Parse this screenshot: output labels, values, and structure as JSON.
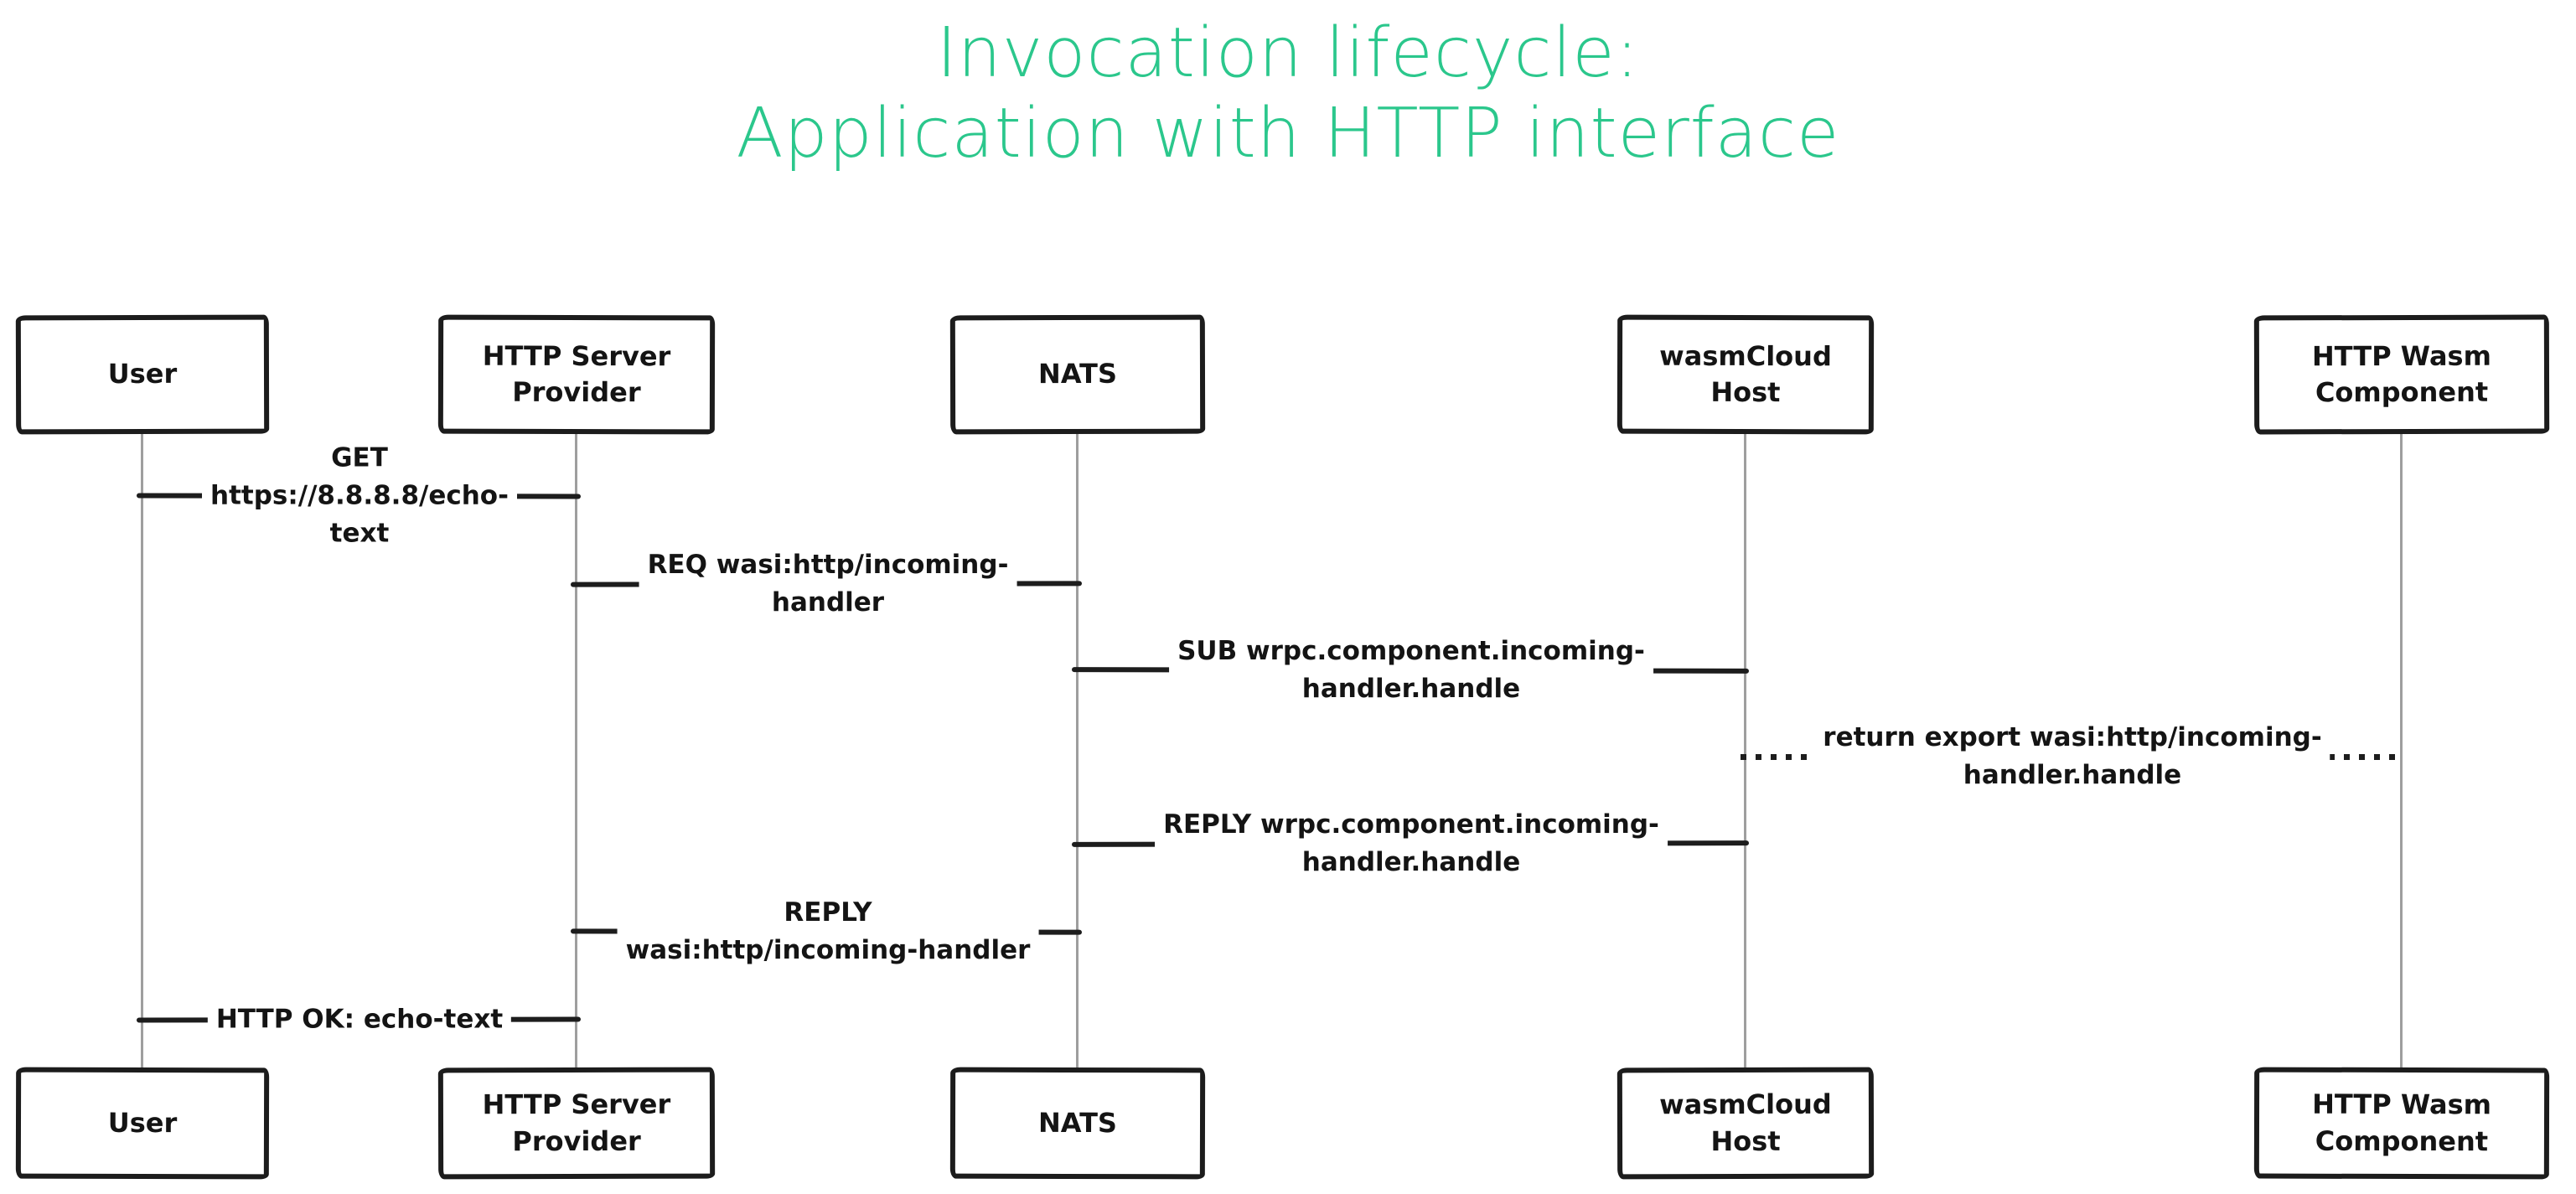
{
  "title": {
    "line1": "Invocation lifecycle:",
    "line2": "Application with HTTP interface"
  },
  "colors": {
    "title_green": "#2bc78c",
    "ink": "#1d1d1d",
    "lifeline_gray": "#9e9e9e",
    "background": "#ffffff"
  },
  "diagram_type": "sequence-diagram",
  "actors": [
    {
      "name": "User"
    },
    {
      "name": "HTTP Server Provider"
    },
    {
      "name": "NATS"
    },
    {
      "name": "wasmCloud Host"
    },
    {
      "name": "HTTP Wasm Component"
    }
  ],
  "messages": [
    {
      "from": "User",
      "to": "HTTP Server Provider",
      "type": "solid",
      "lines": [
        "GET",
        "https://8.8.8.8/echo-",
        "text"
      ]
    },
    {
      "from": "HTTP Server Provider",
      "to": "NATS",
      "type": "solid",
      "lines": [
        "REQ wasi:http/incoming-",
        "handler"
      ]
    },
    {
      "from": "NATS",
      "to": "wasmCloud Host",
      "type": "solid",
      "lines": [
        "SUB wrpc.component.incoming-",
        "handler.handle"
      ]
    },
    {
      "from": "wasmCloud Host",
      "to": "HTTP Wasm Component",
      "type": "dotted",
      "lines": [
        "return export wasi:http/incoming-",
        "handler.handle"
      ]
    },
    {
      "from": "NATS",
      "to": "wasmCloud Host",
      "type": "solid",
      "lines": [
        "REPLY wrpc.component.incoming-",
        "handler.handle"
      ]
    },
    {
      "from": "HTTP Server Provider",
      "to": "NATS",
      "type": "solid",
      "lines": [
        "REPLY",
        "wasi:http/incoming-handler"
      ]
    },
    {
      "from": "User",
      "to": "HTTP Server Provider",
      "type": "solid",
      "lines": [
        "HTTP OK: echo-text"
      ]
    }
  ]
}
